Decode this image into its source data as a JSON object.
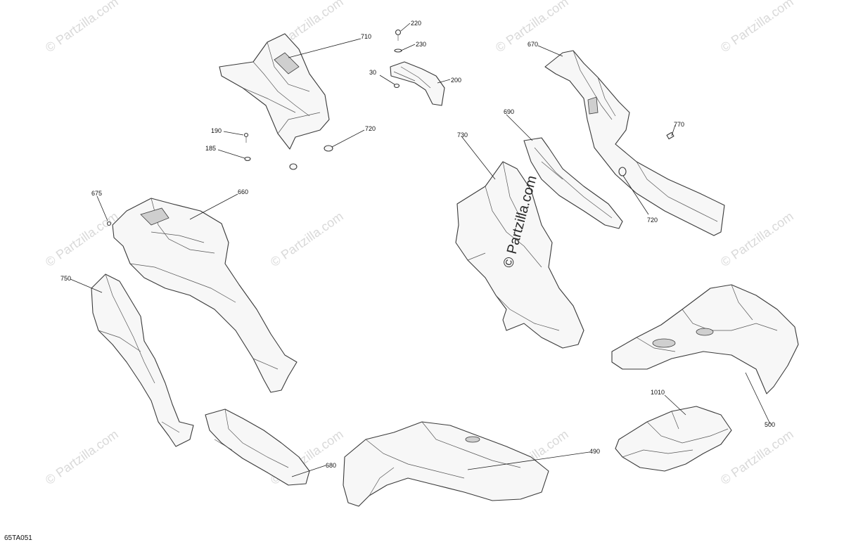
{
  "diagram": {
    "code": "65TA051",
    "watermark": "© Partzilla.com",
    "watermark_center": "© Partzilla.com",
    "callouts": {
      "c710": "710",
      "c220": "220",
      "c230": "230",
      "c30": "30",
      "c200": "200",
      "c670": "670",
      "c190": "190",
      "c185": "185",
      "c720a": "720",
      "c690": "690",
      "c730": "730",
      "c770": "770",
      "c720b": "720",
      "c675": "675",
      "c660": "660",
      "c750": "750",
      "c1010": "1010",
      "c500": "500",
      "c490": "490",
      "c680": "680"
    }
  }
}
